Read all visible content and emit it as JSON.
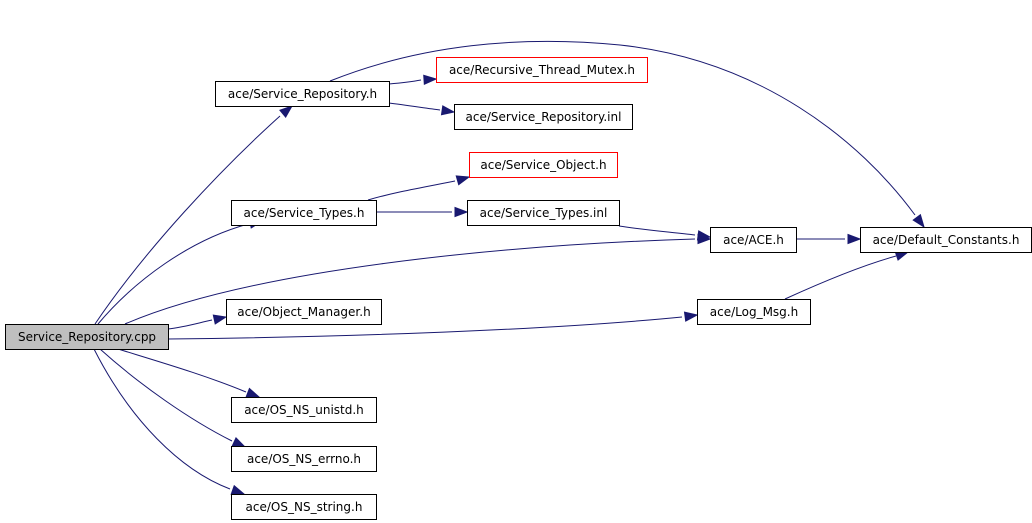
{
  "colors": {
    "edge": "#191970",
    "box_border": "#000000",
    "missing_border": "#ff0000",
    "root_fill": "#bfbfbf",
    "node_fill": "#ffffff"
  },
  "graph": {
    "nodes": [
      {
        "id": "service_repository_cpp",
        "label": "Service_Repository.cpp",
        "kind": "root"
      },
      {
        "id": "service_repository_h",
        "label": "ace/Service_Repository.h",
        "kind": "normal"
      },
      {
        "id": "recursive_thread_mutex_h",
        "label": "ace/Recursive_Thread_Mutex.h",
        "kind": "missing"
      },
      {
        "id": "service_repository_inl",
        "label": "ace/Service_Repository.inl",
        "kind": "normal"
      },
      {
        "id": "service_object_h",
        "label": "ace/Service_Object.h",
        "kind": "missing"
      },
      {
        "id": "service_types_h",
        "label": "ace/Service_Types.h",
        "kind": "normal"
      },
      {
        "id": "service_types_inl",
        "label": "ace/Service_Types.inl",
        "kind": "normal"
      },
      {
        "id": "ace_h",
        "label": "ace/ACE.h",
        "kind": "normal"
      },
      {
        "id": "default_constants_h",
        "label": "ace/Default_Constants.h",
        "kind": "normal"
      },
      {
        "id": "object_manager_h",
        "label": "ace/Object_Manager.h",
        "kind": "normal"
      },
      {
        "id": "log_msg_h",
        "label": "ace/Log_Msg.h",
        "kind": "normal"
      },
      {
        "id": "os_ns_unistd_h",
        "label": "ace/OS_NS_unistd.h",
        "kind": "normal"
      },
      {
        "id": "os_ns_errno_h",
        "label": "ace/OS_NS_errno.h",
        "kind": "normal"
      },
      {
        "id": "os_ns_string_h",
        "label": "ace/OS_NS_string.h",
        "kind": "normal"
      }
    ],
    "edges": [
      {
        "from": "service_repository_cpp",
        "to": "service_repository_h"
      },
      {
        "from": "service_repository_cpp",
        "to": "service_types_h"
      },
      {
        "from": "service_repository_cpp",
        "to": "ace_h"
      },
      {
        "from": "service_repository_cpp",
        "to": "object_manager_h"
      },
      {
        "from": "service_repository_cpp",
        "to": "log_msg_h"
      },
      {
        "from": "service_repository_cpp",
        "to": "os_ns_unistd_h"
      },
      {
        "from": "service_repository_cpp",
        "to": "os_ns_errno_h"
      },
      {
        "from": "service_repository_cpp",
        "to": "os_ns_string_h"
      },
      {
        "from": "service_repository_h",
        "to": "recursive_thread_mutex_h"
      },
      {
        "from": "service_repository_h",
        "to": "service_repository_inl"
      },
      {
        "from": "service_repository_h",
        "to": "default_constants_h"
      },
      {
        "from": "service_types_h",
        "to": "service_object_h"
      },
      {
        "from": "service_types_h",
        "to": "service_types_inl"
      },
      {
        "from": "service_types_inl",
        "to": "ace_h"
      },
      {
        "from": "ace_h",
        "to": "default_constants_h"
      },
      {
        "from": "log_msg_h",
        "to": "default_constants_h"
      }
    ]
  }
}
